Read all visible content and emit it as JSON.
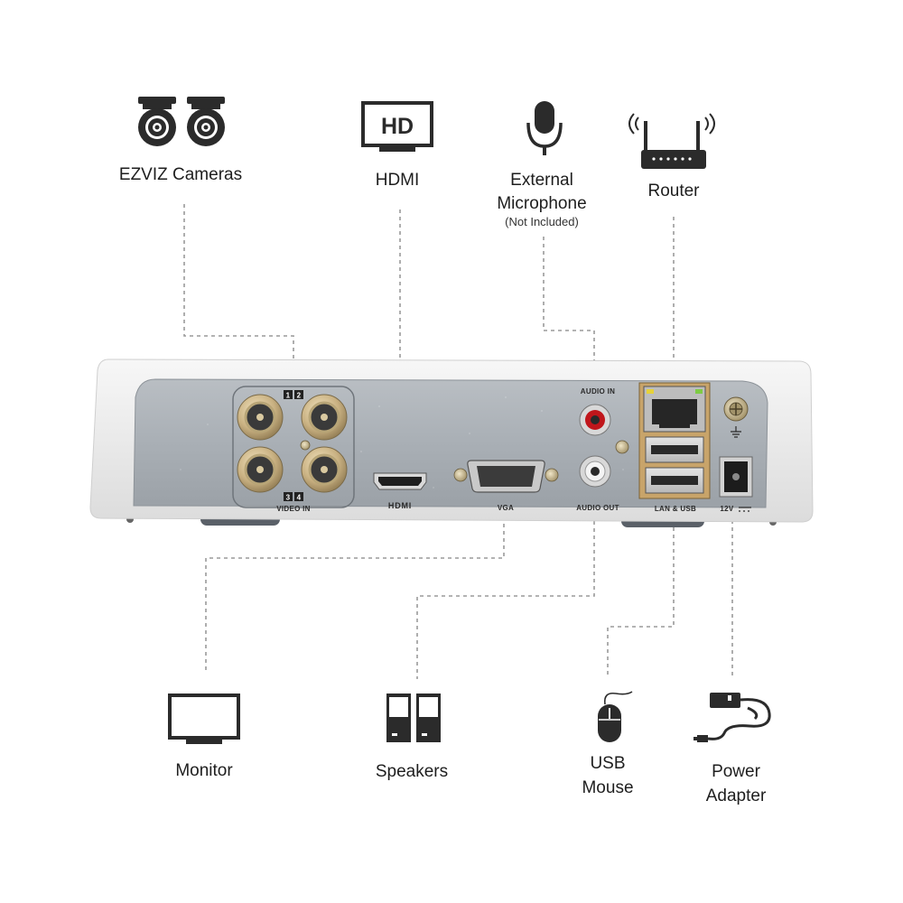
{
  "labels": {
    "ezviz_cameras": "EZVIZ Cameras",
    "hdmi": "HDMI",
    "external_microphone": "External Microphone",
    "not_included": "(Not Included)",
    "router": "Router",
    "monitor": "Monitor",
    "speakers": "Speakers",
    "usb_mouse": "USB Mouse",
    "power_adapter": "Power Adapter"
  },
  "icon_text": {
    "hd": "HD"
  },
  "panel_text": {
    "audio_in": "AUDIO IN",
    "audio_out": "AUDIO OUT",
    "video_in": "VIDEO IN",
    "vga": "VGA",
    "hdmi_logo": "HDMI",
    "lan_usb": "LAN & USB",
    "twelve_v": "12V",
    "ch1": "1",
    "ch2": "2",
    "ch3": "3",
    "ch4": "4"
  },
  "icons": [
    "camera-icon",
    "hd-monitor-icon",
    "microphone-icon",
    "router-icon",
    "monitor-icon",
    "speakers-icon",
    "mouse-icon",
    "power-adapter-icon"
  ],
  "colors": {
    "device_shell": "#eeeeee",
    "panel": "#aab0b6",
    "connector_line": "#9a9a9a",
    "icon": "#2b2b2b",
    "audio_in_ring": "#c0161b"
  }
}
